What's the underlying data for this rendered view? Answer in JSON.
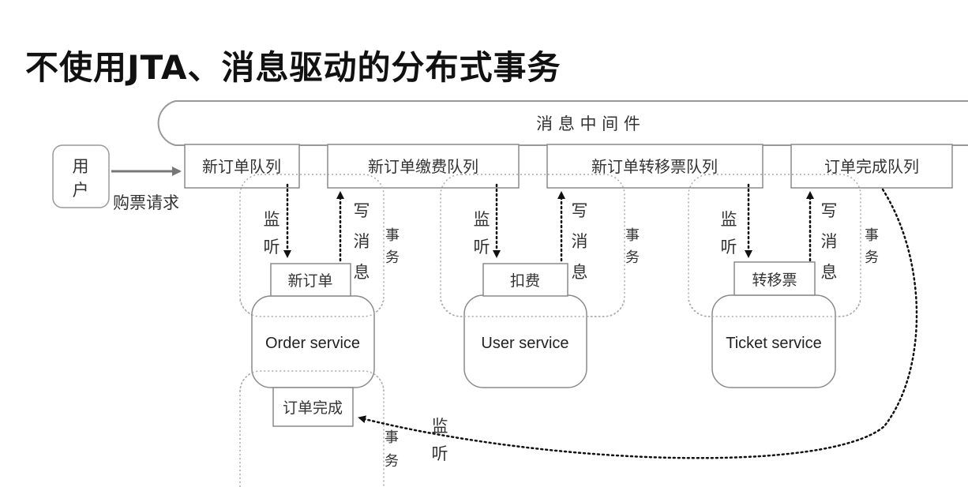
{
  "title": "不使用JTA、消息驱动的分布式事务",
  "middleware": {
    "label": "消 息 中 间 件"
  },
  "user": {
    "label_line1": "用",
    "label_line2": "户",
    "request_label": "购票请求"
  },
  "queues": [
    {
      "label": "新订单队列"
    },
    {
      "label": "新订单缴费队列"
    },
    {
      "label": "新订单转移票队列"
    },
    {
      "label": "订单完成队列"
    }
  ],
  "handlers": [
    {
      "label": "新订单"
    },
    {
      "label": "扣费"
    },
    {
      "label": "转移票"
    },
    {
      "label": "订单完成"
    }
  ],
  "services": [
    {
      "label": "Order service"
    },
    {
      "label": "User service"
    },
    {
      "label": "Ticket service"
    }
  ],
  "annotations": {
    "listen_1": "监",
    "listen_2": "听",
    "write_1": "写",
    "write_2": "消",
    "write_3": "息",
    "tx_1": "事",
    "tx_2": "务"
  }
}
